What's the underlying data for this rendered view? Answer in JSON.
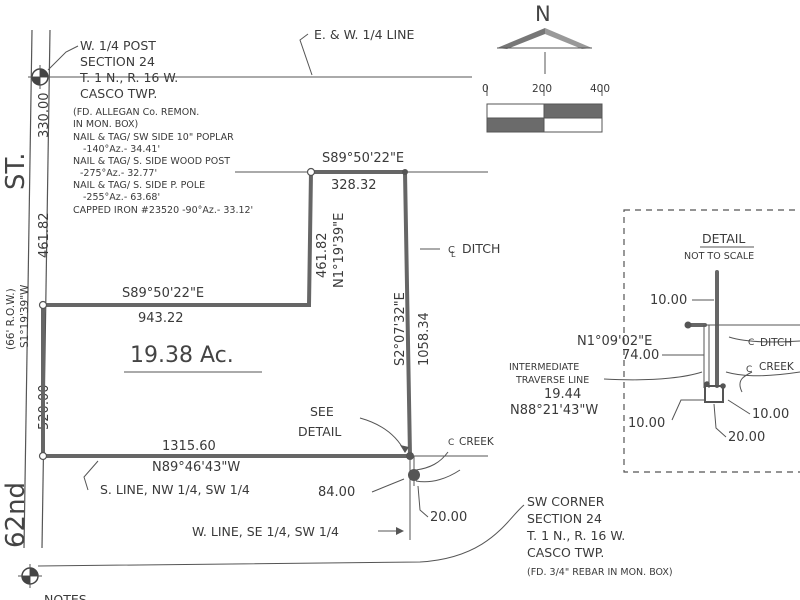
{
  "top_text": "— — —, — — — — — — — — — — —",
  "north_arrow": {
    "letter": "N"
  },
  "scale_bar": {
    "ticks": [
      "0",
      "200",
      "400"
    ]
  },
  "road": {
    "name_upper": "ST.",
    "name_lower": "62nd",
    "row_label": "(66' R.O.W.)",
    "bearing": "S1°19'39\"W"
  },
  "w_quarter_post": {
    "lines": [
      "W. 1/4 POST",
      "SECTION 24",
      "T. 1 N., R. 16 W.",
      "CASCO TWP."
    ],
    "notes": [
      "(FD. ALLEGAN Co. REMON.",
      "IN MON. BOX)",
      "NAIL & TAG/ SW SIDE 10\" POPLAR",
      "-140°Az.- 34.41'",
      "NAIL & TAG/ S. SIDE WOOD POST",
      "-275°Az.- 32.77'",
      "NAIL & TAG/ S. SIDE P. POLE",
      "-255°Az.- 63.68'",
      "CAPPED IRON #23520 -90°Az.- 33.12'"
    ]
  },
  "ew_line_label": "E. & W. 1/4 LINE",
  "dimensions": {
    "west_330": "330.00",
    "west_461": "461.82",
    "west_520": "520.00",
    "top_bearing": "S89°50'22\"E",
    "top_dist": "328.32",
    "inner_dist": "461.82",
    "inner_bearing": "N1°19'39\"E",
    "mid_bearing": "S89°50'22\"E",
    "mid_dist": "943.22",
    "east_bearing": "S2°07'32\"E",
    "east_dist": "1058.34",
    "south_dist": "1315.60",
    "south_bearing": "N89°46'43\"W",
    "bottom_84": "84.00",
    "bottom_20": "20.00"
  },
  "area": "19.38 Ac.",
  "ditch_label": "DITCH",
  "creek_label": "CREEK",
  "see_detail": [
    "SEE",
    "DETAIL"
  ],
  "s_line": "S. LINE, NW 1/4, SW 1/4",
  "w_line": "W. LINE, SE 1/4, SW 1/4",
  "sw_corner": {
    "lines": [
      "SW CORNER",
      "SECTION 24",
      "T. 1 N., R. 16 W.",
      "CASCO TWP."
    ],
    "note": "(FD. 3/4\" REBAR IN MON. BOX)"
  },
  "detail": {
    "title": "DETAIL",
    "subtitle": "NOT TO SCALE",
    "d_10_top": "10.00",
    "bearing": "N1°09'02\"E",
    "d_74": "74.00",
    "traverse": [
      "INTERMEDIATE",
      "TRAVERSE LINE"
    ],
    "d_1944": "19.44",
    "traverse_bearing": "N88°21'43\"W",
    "d_10_left": "10.00",
    "d_10_right": "10.00",
    "d_20": "20.00",
    "ditch": "DITCH",
    "creek": "CREEK"
  },
  "bottom_notes": "NOTES"
}
